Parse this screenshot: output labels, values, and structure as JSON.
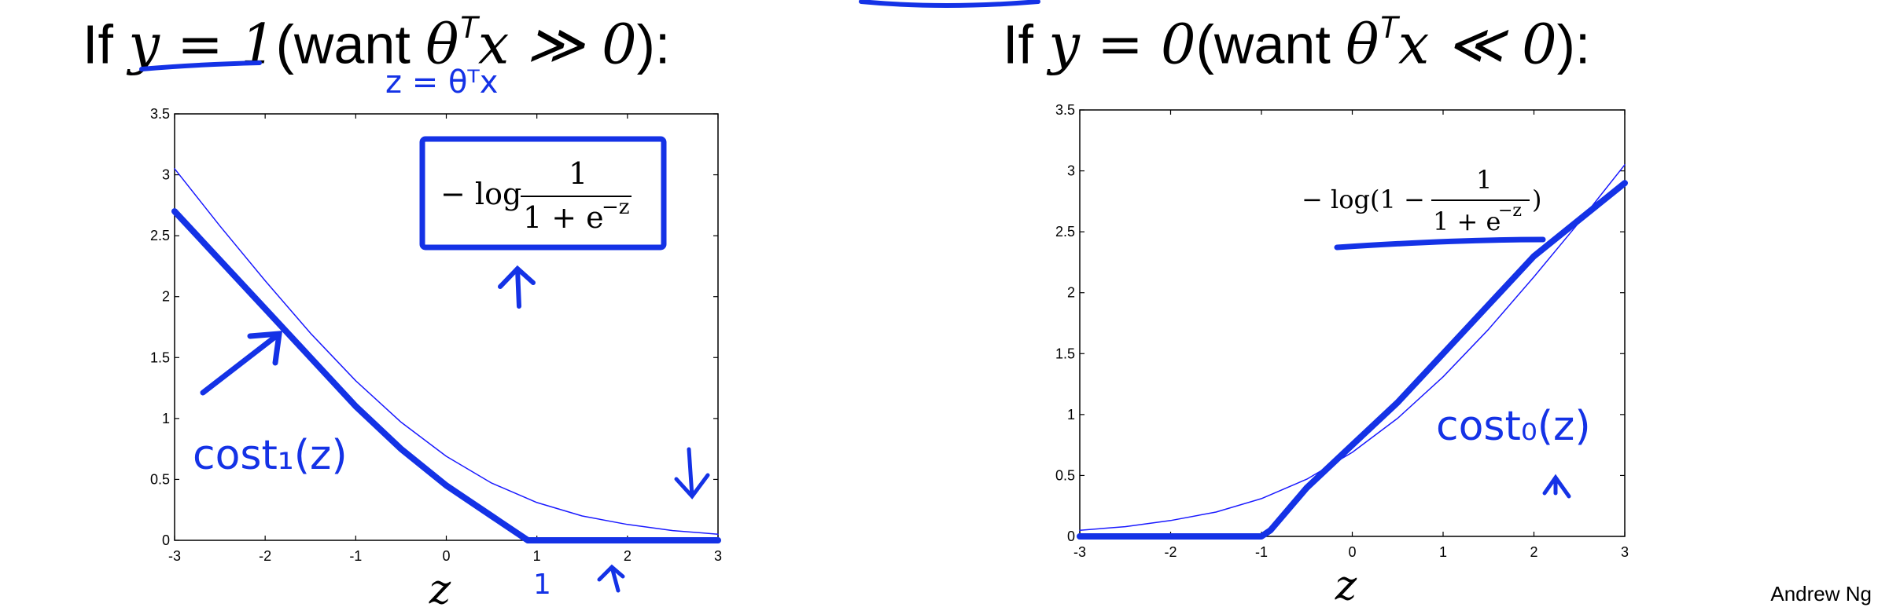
{
  "headings": {
    "left": {
      "if": "If",
      "y_eq": "y = 1",
      "want": "(want ",
      "theta": "θ",
      "T": "T",
      "rest": "x ≫ 0",
      "end": "):"
    },
    "right": {
      "if": "If",
      "y_eq": "y = 0",
      "want": "(want ",
      "theta": "θ",
      "T": "T",
      "rest": "x ≪ 0",
      "end": "):"
    }
  },
  "annotations": {
    "z_def": "z = θᵀx",
    "cost1": "cost₁(z)",
    "cost0": "cost₀(z)",
    "tick_one": "1"
  },
  "credit": "Andrew Ng",
  "colors": {
    "curve": "#1a1aff",
    "ink": "#1432e6",
    "axis": "#000000"
  },
  "chart_data": [
    {
      "type": "line",
      "xlabel": "z",
      "xlim": [
        -3,
        3
      ],
      "ylim": [
        0,
        3.5
      ],
      "xticks": [
        "-3",
        "-2",
        "-1",
        "0",
        "1",
        "2",
        "3"
      ],
      "yticks": [
        "0",
        "0.5",
        "1",
        "1.5",
        "2",
        "2.5",
        "3",
        "3.5"
      ],
      "formula": {
        "prefix": "− log",
        "num": "1",
        "den": "1 + e",
        "exp": "−z"
      },
      "series": [
        {
          "style": "thin",
          "x": [
            -3,
            -2.5,
            -2,
            -1.5,
            -1,
            -0.5,
            0,
            0.5,
            1,
            1.5,
            2,
            2.5,
            3
          ],
          "y": [
            3.05,
            2.58,
            2.13,
            1.7,
            1.31,
            0.97,
            0.69,
            0.47,
            0.31,
            0.2,
            0.13,
            0.08,
            0.05
          ]
        },
        {
          "style": "hand",
          "x": [
            -3,
            -2.5,
            -2,
            -1.5,
            -1,
            -0.5,
            0,
            0.5,
            0.8,
            0.9,
            1,
            3
          ],
          "y": [
            2.7,
            2.3,
            1.9,
            1.5,
            1.1,
            0.75,
            0.45,
            0.2,
            0.05,
            0.0,
            0.0,
            0.0
          ]
        }
      ]
    },
    {
      "type": "line",
      "xlabel": "z",
      "xlim": [
        -3,
        3
      ],
      "ylim": [
        0,
        3.5
      ],
      "xticks": [
        "-3",
        "-2",
        "-1",
        "0",
        "1",
        "2",
        "3"
      ],
      "yticks": [
        "0",
        "0.5",
        "1",
        "1.5",
        "2",
        "2.5",
        "3",
        "3.5"
      ],
      "formula": {
        "prefix": "− log(1 −",
        "num": "1",
        "den": "1 + e",
        "exp": "−z",
        "suffix": ")"
      },
      "series": [
        {
          "style": "thin",
          "x": [
            -3,
            -2.5,
            -2,
            -1.5,
            -1,
            -0.5,
            0,
            0.5,
            1,
            1.5,
            2,
            2.5,
            3
          ],
          "y": [
            0.05,
            0.08,
            0.13,
            0.2,
            0.31,
            0.47,
            0.69,
            0.97,
            1.31,
            1.7,
            2.13,
            2.58,
            3.05
          ]
        },
        {
          "style": "hand",
          "x": [
            -3,
            -2,
            -1,
            -0.9,
            -0.5,
            0,
            0.5,
            1,
            1.5,
            2,
            2.5,
            3
          ],
          "y": [
            0.0,
            0.0,
            0.0,
            0.05,
            0.4,
            0.75,
            1.1,
            1.5,
            1.9,
            2.3,
            2.6,
            2.9
          ]
        }
      ]
    }
  ]
}
